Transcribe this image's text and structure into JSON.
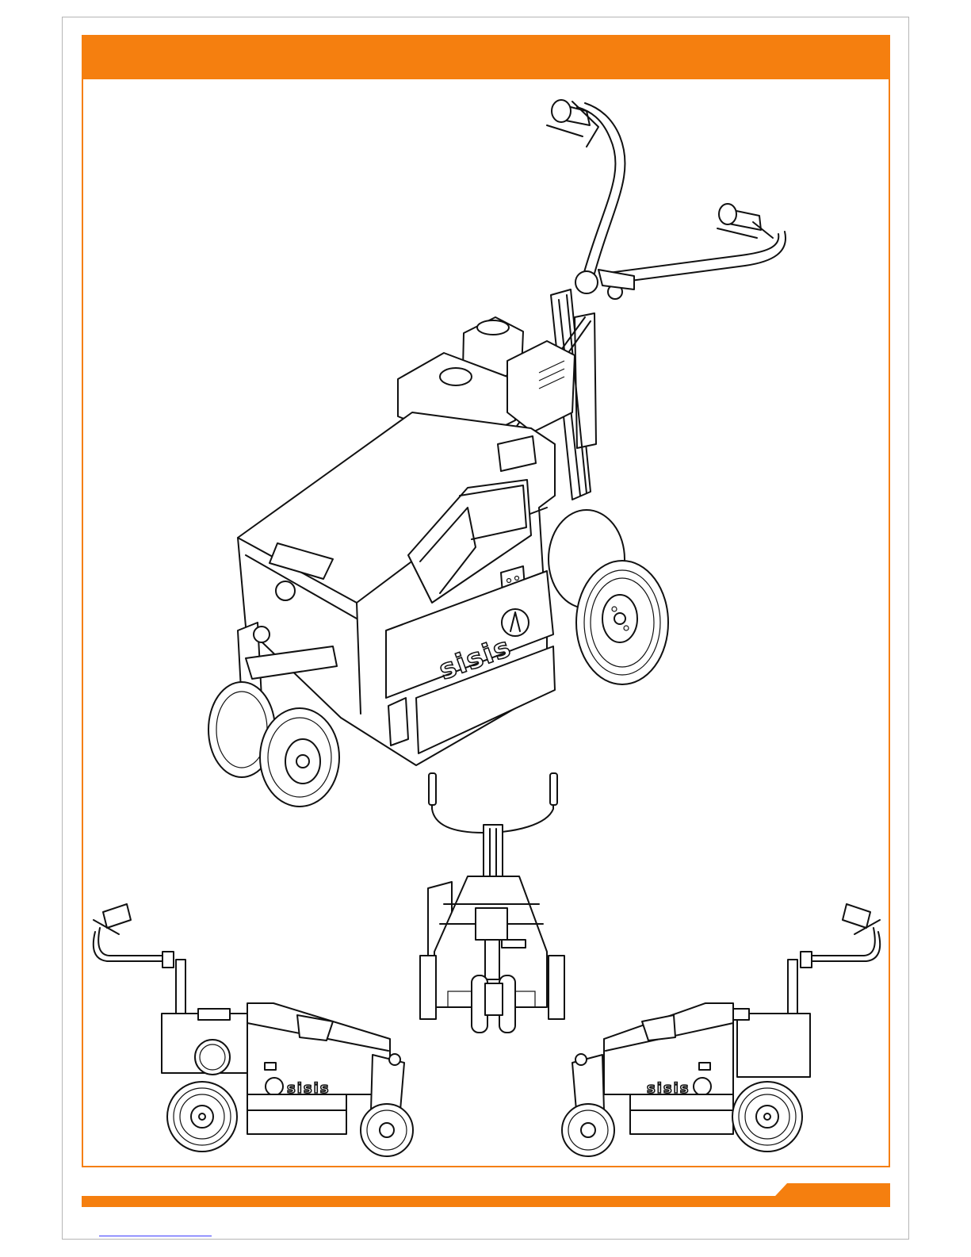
{
  "colors": {
    "accent": "#f57f0f",
    "frame": "#b5b5b5",
    "line": "#111111"
  },
  "branding": {
    "machine_logo_main": "sisis",
    "machine_logo_left": "sisis",
    "machine_logo_right": "sisis"
  },
  "views": [
    "isometric-view",
    "front-view",
    "left-side-view",
    "right-side-view"
  ]
}
